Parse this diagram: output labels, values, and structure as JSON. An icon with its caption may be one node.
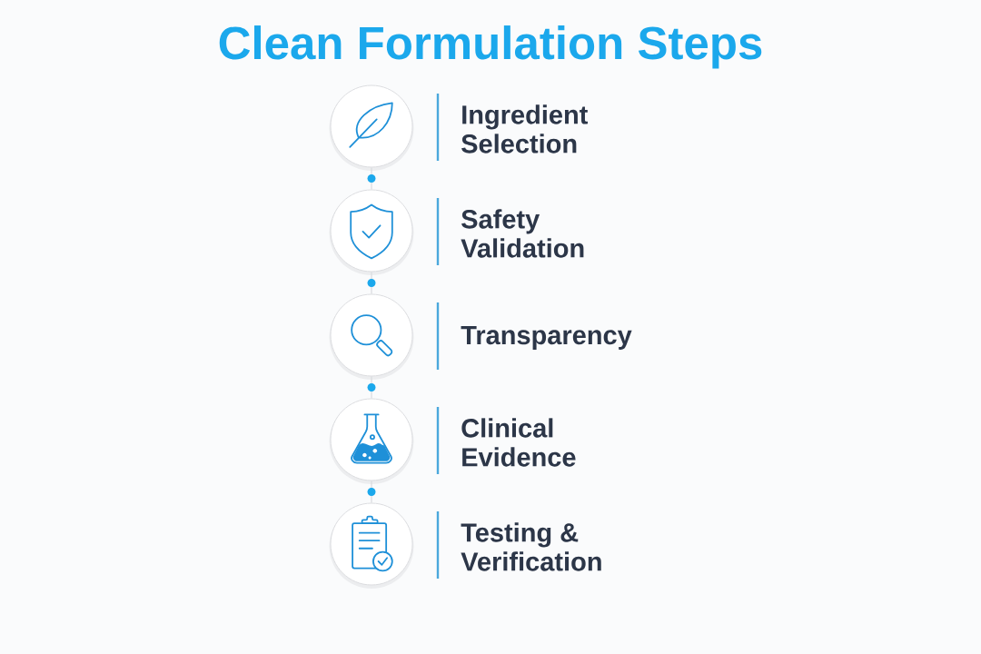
{
  "diagram": {
    "title": "Clean Formulation Steps",
    "nodes": [
      {
        "text": [
          "Ingredient Selection"
        ]
      },
      {
        "text": [
          "Safety Validation"
        ]
      },
      {
        "text": [
          "Transparency"
        ]
      },
      {
        "text": [
          "Clinical Evidence"
        ]
      },
      {
        "text": [
          "Testing & Verification"
        ]
      }
    ],
    "edges": [
      {
        "from": 0,
        "to": 1,
        "arrow": "none"
      },
      {
        "from": 1,
        "to": 2,
        "arrow": "none"
      },
      {
        "from": 2,
        "to": 3,
        "arrow": "none"
      },
      {
        "from": 3,
        "to": 4,
        "arrow": "none"
      }
    ]
  }
}
